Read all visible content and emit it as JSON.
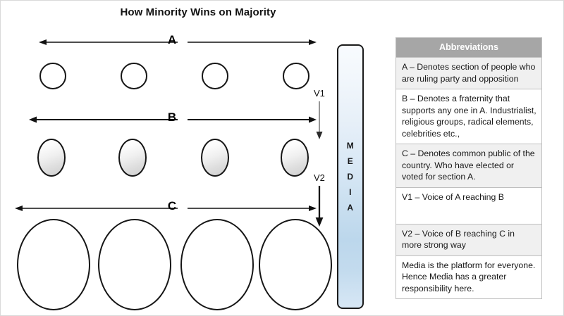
{
  "title": "How Minority Wins on Majority",
  "groups": [
    {
      "key": "A",
      "label": "A"
    },
    {
      "key": "B",
      "label": "B"
    },
    {
      "key": "C",
      "label": "C"
    }
  ],
  "voices": [
    {
      "key": "V1",
      "label": "V1"
    },
    {
      "key": "V2",
      "label": "V2"
    }
  ],
  "media": {
    "label": "MEDIA",
    "letters": [
      "M",
      "E",
      "D",
      "I",
      "A"
    ],
    "gradient_top": "#f8fbfe",
    "gradient_bottom": "#bcd7ec",
    "border_color": "#1b1b1b"
  },
  "table": {
    "header": "Abbreviations",
    "header_bg": "#a6a6a6",
    "header_color": "#ffffff",
    "shade_bg": "#f0f0f0",
    "border_color": "#bfbfbf",
    "rows": [
      {
        "shaded": true,
        "text": "A – Denotes section of people who are ruling party and opposition"
      },
      {
        "shaded": false,
        "text": "B – Denotes a fraternity that supports any one in A. Industrialist, religious groups, radical elements, celebrities etc.,"
      },
      {
        "shaded": true,
        "text": "C – Denotes common public of the country. Who have elected or voted for section A."
      },
      {
        "shaded": false,
        "text": "V1 – Voice of A reaching B"
      },
      {
        "shaded": true,
        "text": "V2 – Voice of B reaching C in more strong way"
      },
      {
        "shaded": false,
        "text": "Media is the platform for everyone. Hence Media has a greater responsibility here."
      }
    ]
  },
  "shapes": {
    "row_a_count": 4,
    "row_b_count": 4,
    "row_c_count": 4,
    "row_a_fill": "#ffffff",
    "row_b_fill": "#e3e3e3",
    "row_c_fill": "#ffffff",
    "outline": "#161616"
  }
}
